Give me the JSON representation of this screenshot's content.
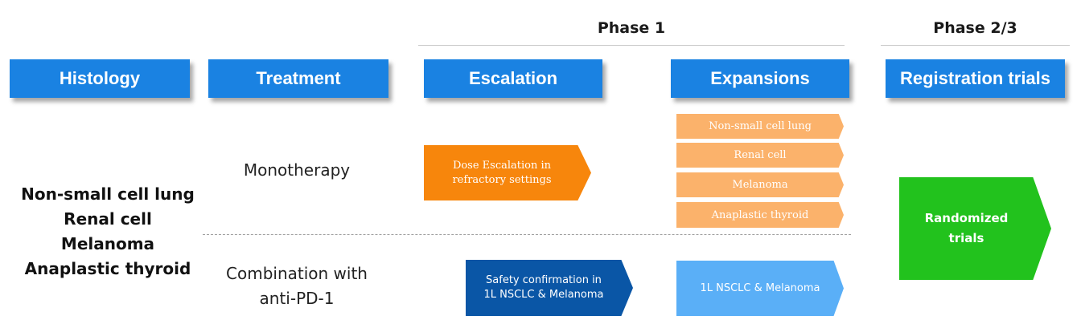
{
  "phases": {
    "phase1": "Phase 1",
    "phase23": "Phase 2/3"
  },
  "headers": {
    "histology": "Histology",
    "treatment": "Treatment",
    "escalation": "Escalation",
    "expansions": "Expansions",
    "registration": "Registration trials"
  },
  "histology_items": [
    "Non-small cell lung",
    "Renal cell",
    "Melanoma",
    "Anaplastic thyroid"
  ],
  "treatment": {
    "monotherapy": "Monotherapy",
    "combination_line1": "Combination with",
    "combination_line2": "anti-PD-1"
  },
  "escalation": {
    "dose_line1": "Dose Escalation in",
    "dose_line2": "refractory settings",
    "safety_line1": "Safety confirmation in",
    "safety_line2": "1L NSCLC & Melanoma"
  },
  "expansions": {
    "mono": [
      "Non-small cell lung",
      "Renal cell",
      "Melanoma",
      "Anaplastic thyroid"
    ],
    "combo": "1L NSCLC & Melanoma"
  },
  "registration": {
    "line1": "Randomized",
    "line2": "trials"
  },
  "colors": {
    "header_blue": "#1a82e2",
    "escalation_orange": "#f7860c",
    "expansion_light_orange": "#fbb26b",
    "safety_dark_blue": "#0a56a6",
    "combo_light_blue": "#5aaff7",
    "randomized_green": "#22c21d"
  }
}
